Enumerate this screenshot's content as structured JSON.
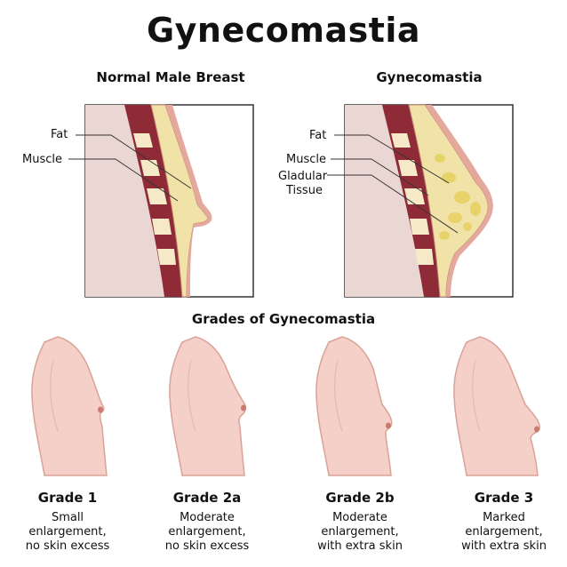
{
  "title": "Gynecomastia",
  "panels": [
    {
      "title": "Normal Male Breast",
      "labels": [
        "Fat",
        "Muscle"
      ]
    },
    {
      "title": "Gynecomastia",
      "labels": [
        "Fat",
        "Muscle",
        "Gladular",
        "Tissue"
      ]
    }
  ],
  "grades_title": "Grades of Gynecomastia",
  "grades": [
    {
      "name": "Grade 1",
      "desc": [
        "Small",
        "enlargement,",
        "no skin excess"
      ]
    },
    {
      "name": "Grade 2a",
      "desc": [
        "Moderate",
        "enlargement,",
        "no skin excess"
      ]
    },
    {
      "name": "Grade 2b",
      "desc": [
        "Moderate",
        "enlargement,",
        "with extra skin"
      ]
    },
    {
      "name": "Grade 3",
      "desc": [
        "Marked",
        "enlargement,",
        "with extra skin"
      ]
    }
  ],
  "colors": {
    "skin": "#f4d0c8",
    "skin_dark": "#e4a89c",
    "panel_bg": "#ead6d3",
    "muscle": "#8e2b37",
    "fat": "#f1e3a8",
    "gland": "#e7d36a"
  }
}
